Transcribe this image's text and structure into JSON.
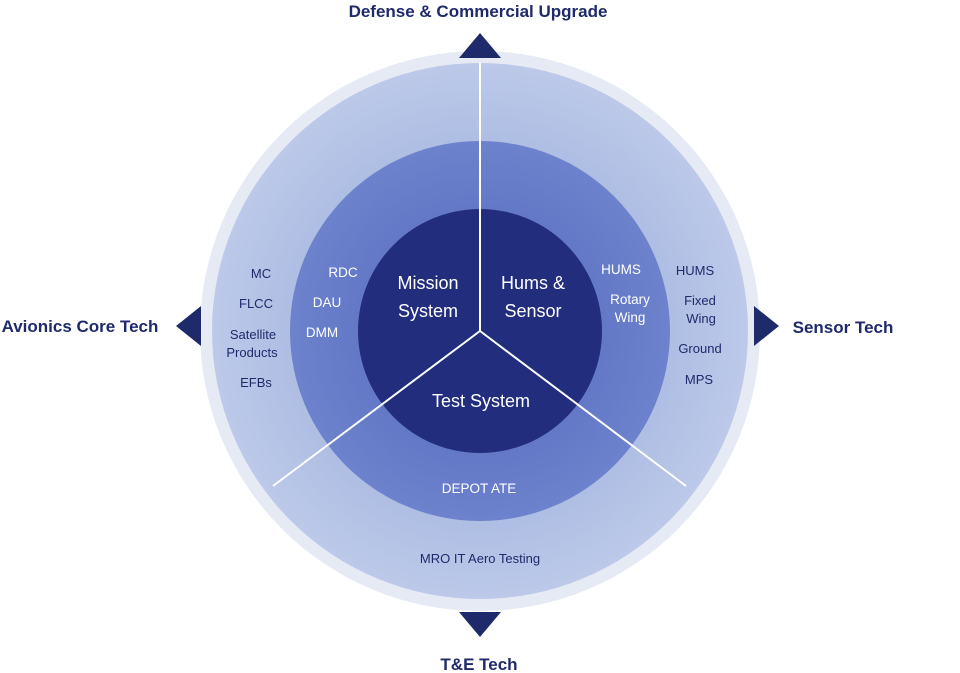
{
  "directions": {
    "top": "Defense & Commercial Upgrade",
    "left": "Avionics Core Tech",
    "right": "Sensor Tech",
    "bottom": "T&E Tech"
  },
  "core": {
    "mission_line1": "Mission",
    "mission_line2": "System",
    "hums_line1": "Hums &",
    "hums_line2": "Sensor",
    "test": "Test System"
  },
  "middle_ring": {
    "left": [
      "RDC",
      "DAU",
      "DMM"
    ],
    "right": {
      "hums": "HUMS",
      "rotary_line1": "Rotary",
      "rotary_line2": "Wing"
    },
    "bottom": "DEPOT ATE"
  },
  "outer_ring": {
    "left": {
      "mc": "MC",
      "flcc": "FLCC",
      "satellite_line1": "Satellite",
      "satellite_line2": "Products",
      "efbs": "EFBs"
    },
    "right": {
      "hums": "HUMS",
      "fixed_line1": "Fixed",
      "fixed_line2": "Wing",
      "ground": "Ground",
      "mps": "MPS"
    },
    "bottom": "MRO IT Aero Testing"
  },
  "colors": {
    "label_navy": "#1f2a6b",
    "core_navy": "#232d7e",
    "middle_blue": "#6378c6",
    "outer_blue": "#b9c6e6",
    "halo_blue": "#e4e9f5",
    "arrow_navy": "#1f2a6b"
  },
  "icons": [
    "triangle-up-icon",
    "triangle-left-icon",
    "triangle-right-icon",
    "triangle-down-icon"
  ]
}
